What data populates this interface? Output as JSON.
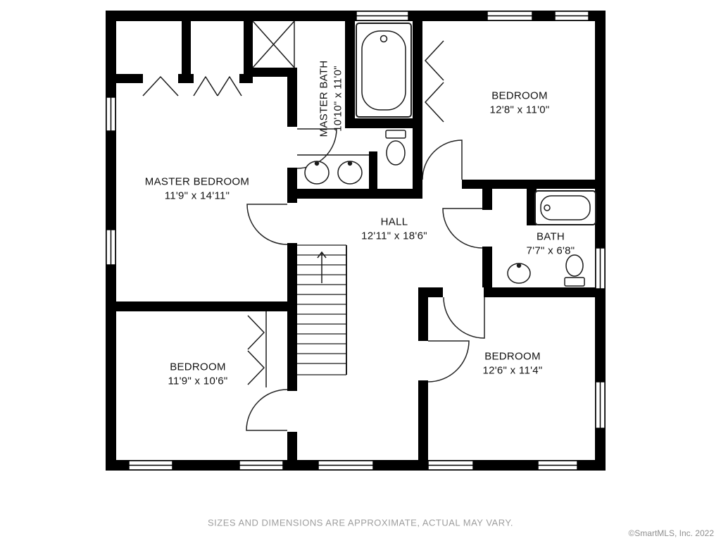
{
  "plan": {
    "rooms": {
      "master_bedroom": {
        "name": "MASTER BEDROOM",
        "dimensions": "11'9\" x 14'11\""
      },
      "master_bath": {
        "name": "MASTER BATH",
        "dimensions": "10'10\" x 11'0\""
      },
      "bedroom_top_right": {
        "name": "BEDROOM",
        "dimensions": "12'8\" x 11'0\""
      },
      "hall": {
        "name": "HALL",
        "dimensions": "12'11\" x 18'6\""
      },
      "bath": {
        "name": "BATH",
        "dimensions": "7'7\" x 6'8\""
      },
      "bedroom_bottom_right": {
        "name": "BEDROOM",
        "dimensions": "12'6\" x 11'4\""
      },
      "bedroom_bottom_left": {
        "name": "BEDROOM",
        "dimensions": "11'9\" x 10'6\""
      }
    },
    "fixtures": [
      "shower",
      "bathtub",
      "double-sink-vanity",
      "toilet",
      "pedestal-sink",
      "stairs",
      "closet-bifold-doors",
      "windows",
      "door-swings"
    ],
    "colors": {
      "wall": "#000000",
      "floor": "#ffffff",
      "label": "#111111",
      "fixture_line": "#1a1a1a",
      "muted_text": "#9e9e9e"
    }
  },
  "footer": {
    "disclaimer": "SIZES AND DIMENSIONS ARE APPROXIMATE, ACTUAL MAY VARY.",
    "copyright": "©SmartMLS, Inc. 2022"
  }
}
